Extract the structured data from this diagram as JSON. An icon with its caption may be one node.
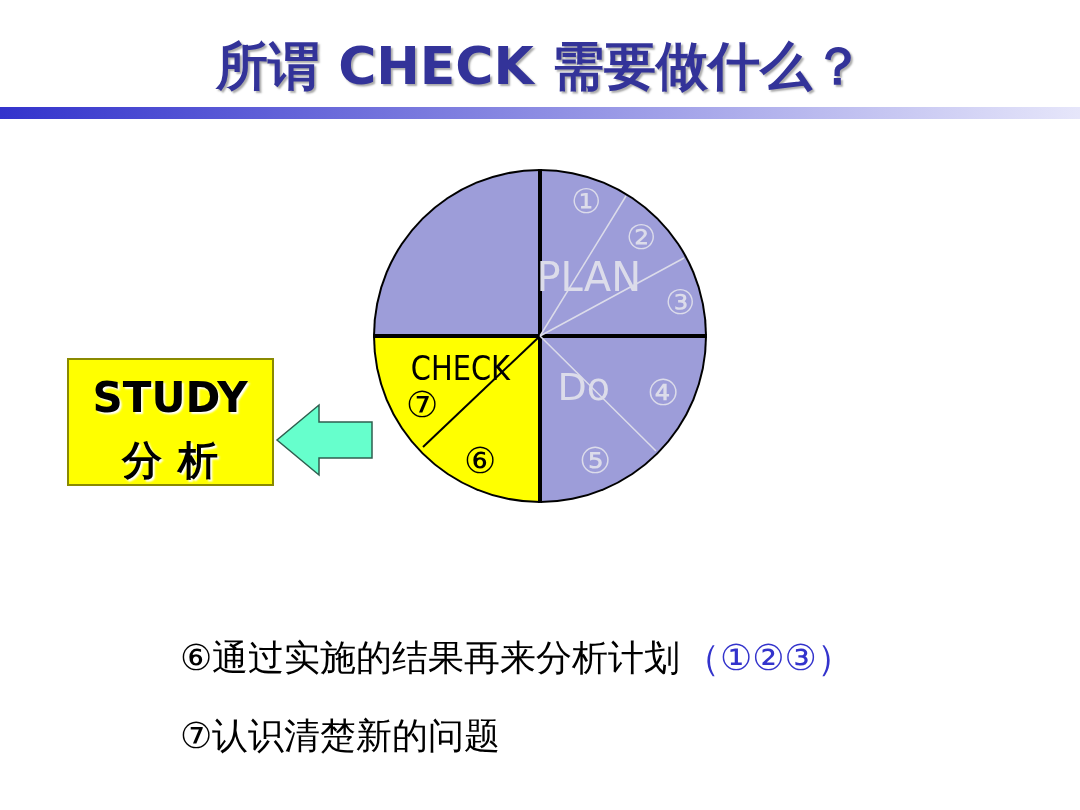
{
  "diagram": {
    "title": "所谓 CHECK 需要做什么？",
    "nodes": [
      {
        "text": [],
        "shape": "wedge"
      },
      {
        "text": [
          "①",
          "②",
          "PLAN",
          "③"
        ]
      },
      {
        "text": [
          "STUDY",
          "分析"
        ]
      },
      {
        "text": [
          "CHECK",
          "⑦",
          "⑥"
        ]
      },
      {
        "text": [
          "Do",
          "④",
          "⑤"
        ]
      }
    ],
    "edges": [
      {
        "from": 3,
        "to": 2,
        "arrow": "to"
      }
    ],
    "labels": [
      "⑥通过实施的结果再来分析计划",
      "（①②③）",
      "⑦认识清楚新的问题"
    ]
  }
}
